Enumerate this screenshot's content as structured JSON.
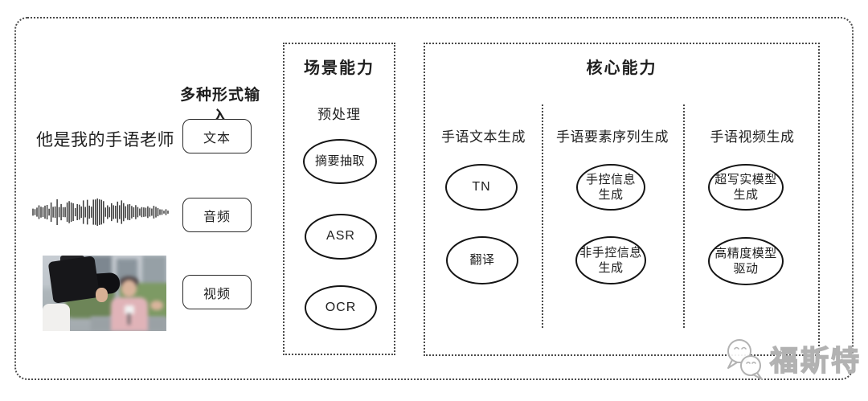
{
  "colors": {
    "background": "#ffffff",
    "line": "#4a4a4a",
    "node_stroke": "#141414",
    "text": "#1f1f1f",
    "watermark": "#b2b2b2"
  },
  "input": {
    "heading": "多种形式输入",
    "text_sample": "他是我的手语老师",
    "rows": [
      {
        "label": "文本"
      },
      {
        "label": "音频"
      },
      {
        "label": "视频"
      }
    ]
  },
  "scene": {
    "title": "场景能力",
    "subtitle": "预处理",
    "nodes": [
      {
        "label": "摘要抽取"
      },
      {
        "label": "ASR"
      },
      {
        "label": "OCR"
      }
    ]
  },
  "core": {
    "title": "核心能力",
    "columns": [
      {
        "header": "手语文本生成",
        "nodes": [
          {
            "label": "TN"
          },
          {
            "label": "翻译"
          }
        ]
      },
      {
        "header": "手语要素序列生成",
        "nodes": [
          {
            "label": "手控信息\n生成"
          },
          {
            "label": "非手控信息\n生成"
          }
        ]
      },
      {
        "header": "手语视频生成",
        "nodes": [
          {
            "label": "超写实模型\n生成"
          },
          {
            "label": "高精度模型\n驱动"
          }
        ]
      }
    ]
  },
  "watermark": {
    "text": "福斯特",
    "icon": "chat-bubbles-icon"
  }
}
